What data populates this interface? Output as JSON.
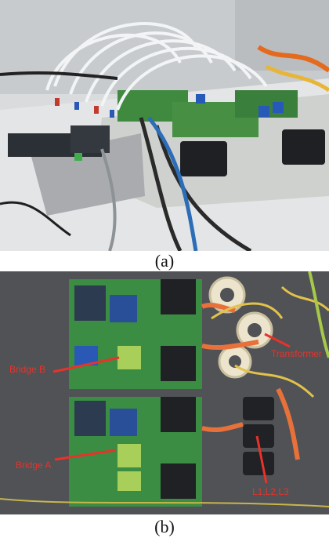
{
  "figure": {
    "panel_a": {
      "caption": "(a)"
    },
    "panel_b": {
      "caption": "(b)",
      "labels": {
        "bridge_b": "Bridge B",
        "bridge_a": "Bridge A",
        "transformer": "Transformer",
        "inductors": "L1,L2,L3"
      }
    }
  },
  "colors": {
    "annotation": "#e8322a",
    "pcb_green": "#3f8a3f",
    "bench_gray": "#cfd2d4"
  }
}
